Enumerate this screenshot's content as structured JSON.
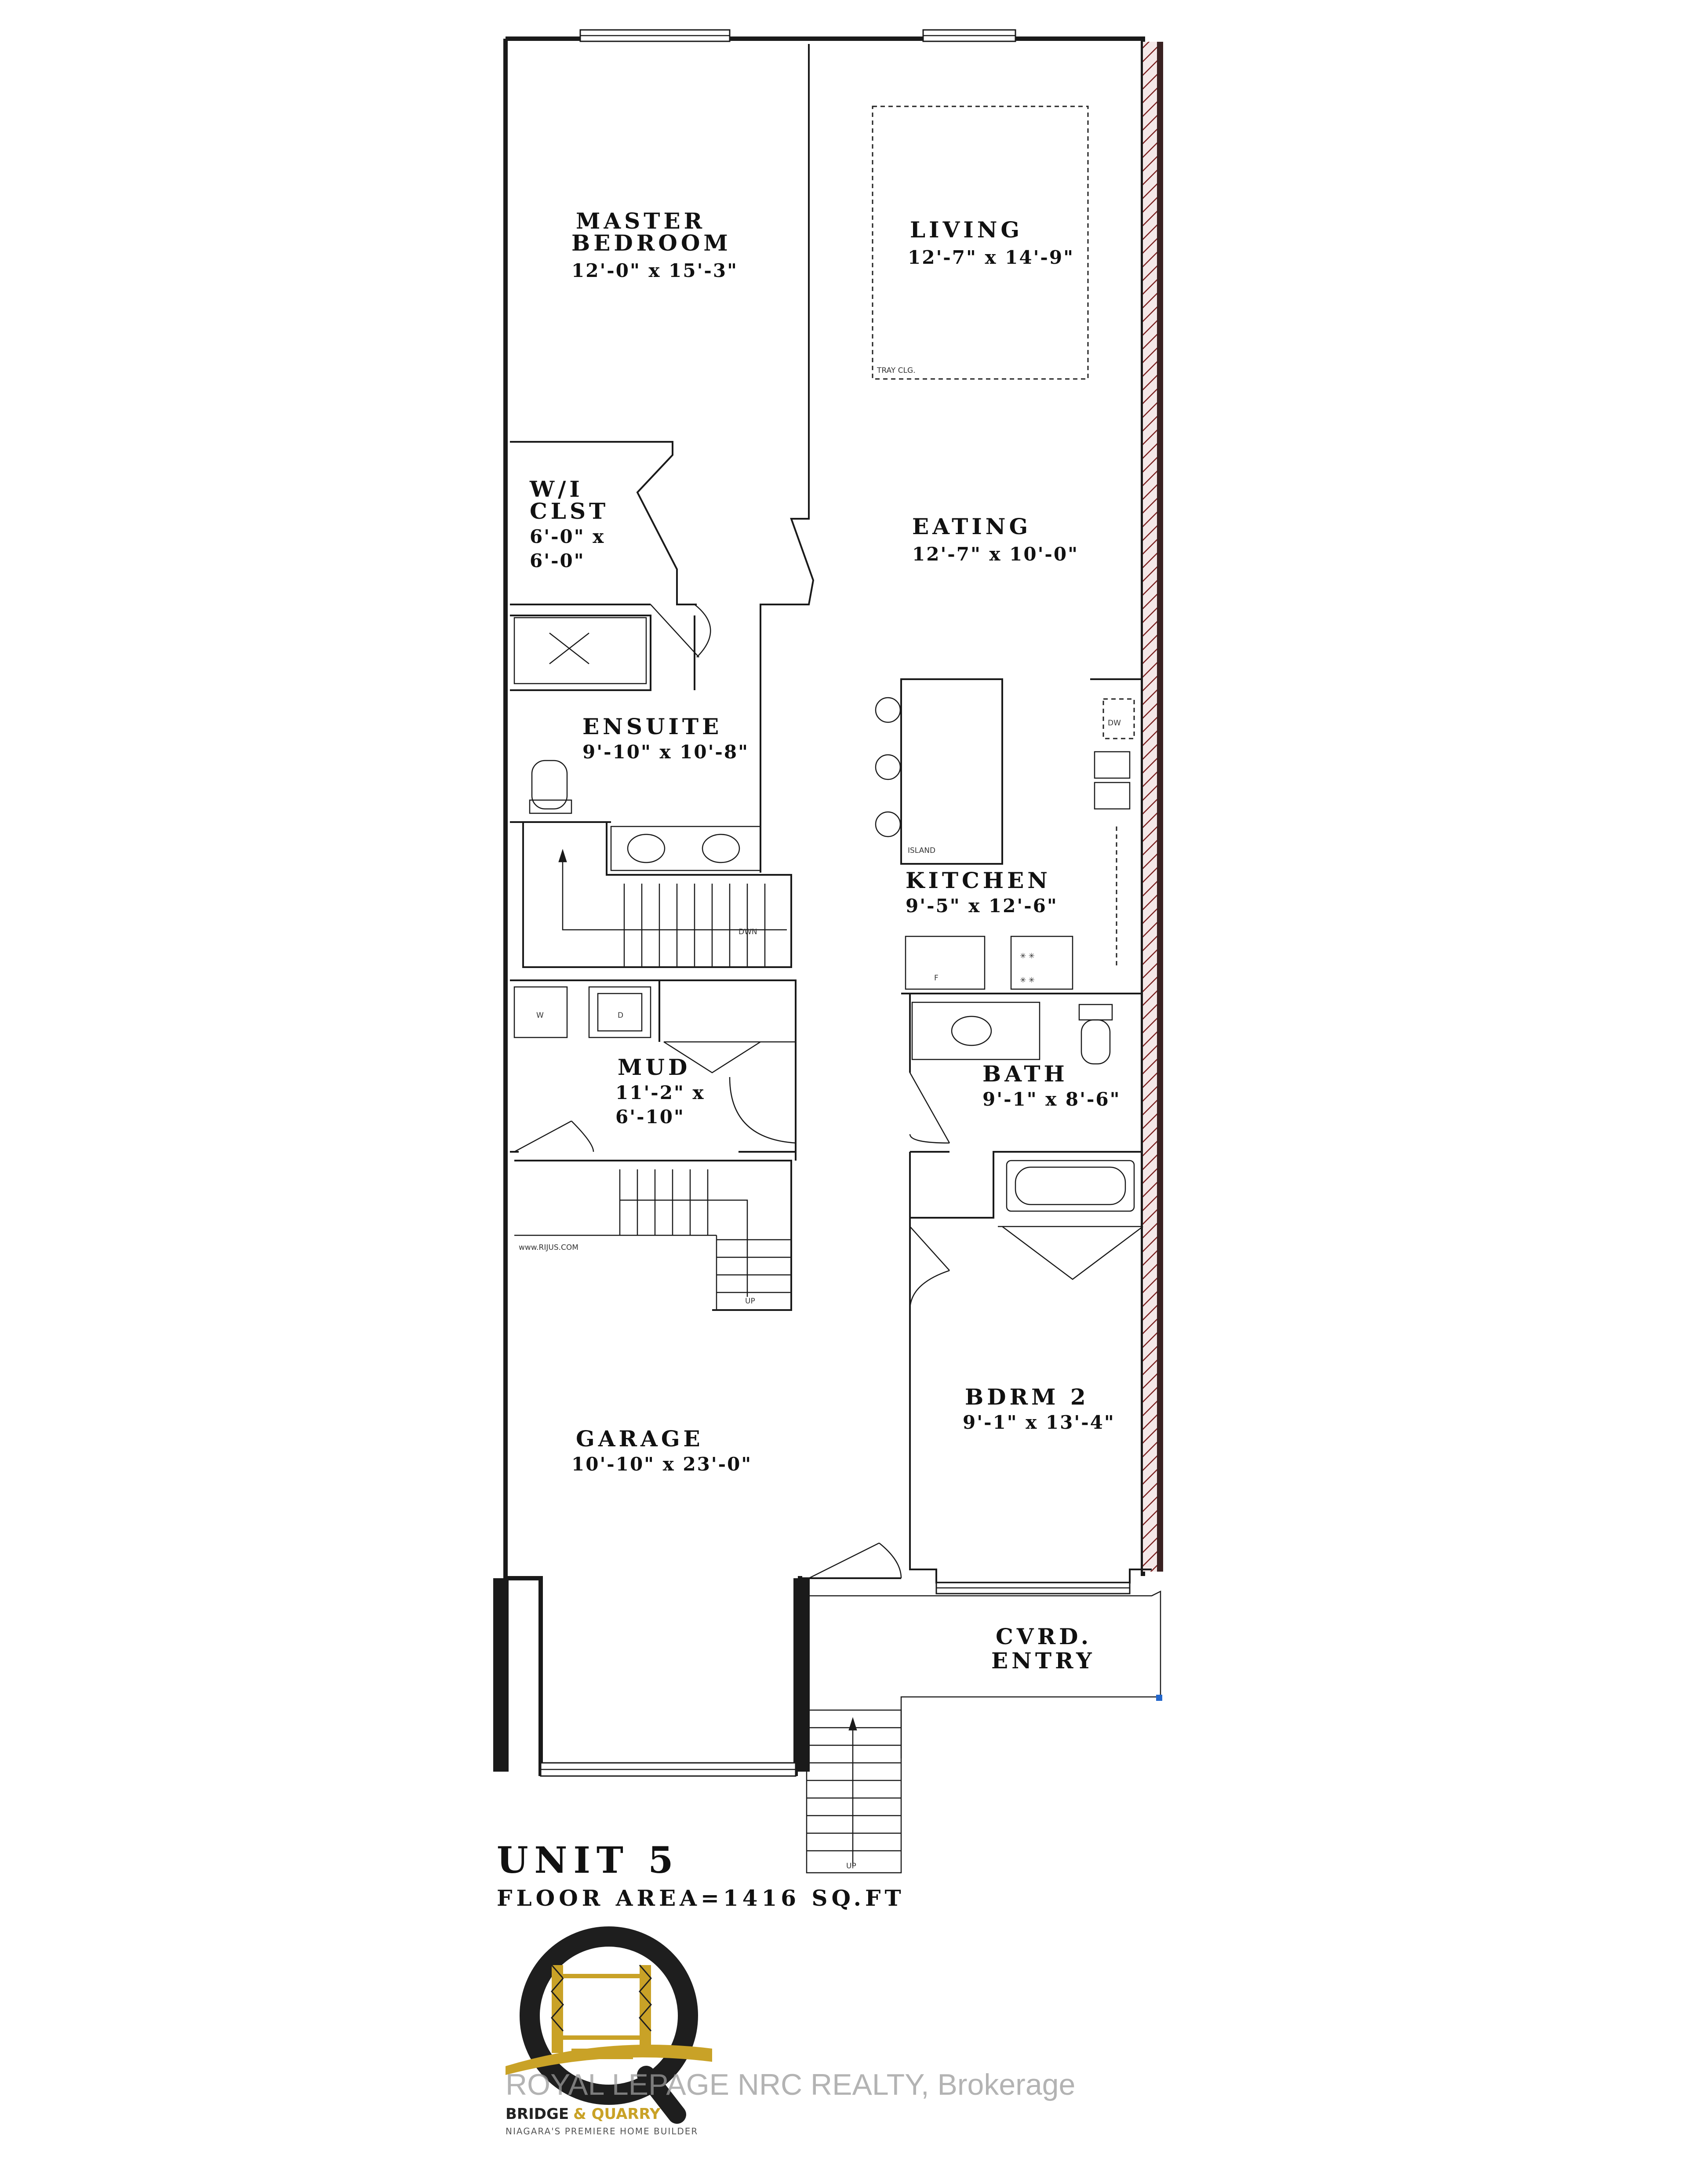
{
  "rooms": {
    "master_bedroom": {
      "name_line1": "MASTER",
      "name_line2": "BEDROOM",
      "dims": "12'-0\" x 15'-3\""
    },
    "living": {
      "name": "LIVING",
      "dims": "12'-7\" x 14'-9\"",
      "ceiling_note": "TRAY CLG."
    },
    "wi_closet": {
      "name_line1": "W/I",
      "name_line2": "CLST",
      "dims_line1": "6'-0\" x",
      "dims_line2": "6'-0\""
    },
    "eating": {
      "name": "EATING",
      "dims": "12'-7\" x 10'-0\""
    },
    "ensuite": {
      "name": "ENSUITE",
      "dims": "9'-10\" x 10'-8\""
    },
    "kitchen": {
      "name": "KITCHEN",
      "dims": "9'-5\" x 12'-6\"",
      "island_label": "ISLAND",
      "fridge_label": "F",
      "dw_label": "DW"
    },
    "mud": {
      "name": "MUD",
      "dims_line1": "11'-2\" x",
      "dims_line2": "6'-10\"",
      "washer_label": "W",
      "dryer_label": "D"
    },
    "bath": {
      "name": "BATH",
      "dims": "9'-1\" x 8'-6\""
    },
    "garage": {
      "name": "GARAGE",
      "dims": "10'-10\" x 23'-0\""
    },
    "bedroom2": {
      "name": "BDRM 2",
      "dims": "9'-1\" x 13'-4\""
    },
    "covered_entry": {
      "name_line1": "CVRD.",
      "name_line2": "ENTRY"
    }
  },
  "stairs": {
    "down_label": "DWN",
    "up_label": "UP",
    "up_label_entry": "UP"
  },
  "credit": "www.RIJUS.COM",
  "footer": {
    "unit": "UNIT 5",
    "floor_area": "FLOOR AREA=1416 SQ.FT"
  },
  "brand": {
    "name_part1": "BRIDGE",
    "name_part2": "& QUARRY",
    "tagline": "NIAGARA'S PREMIERE HOME BUILDER"
  },
  "watermark": "ROYAL LEPAGE NRC REALTY, Brokerage",
  "colors": {
    "logo_gold": "#c9a227",
    "logo_dark": "#1e1e1e",
    "brick_hatch": "#7a1f1f",
    "ink": "#111111"
  }
}
